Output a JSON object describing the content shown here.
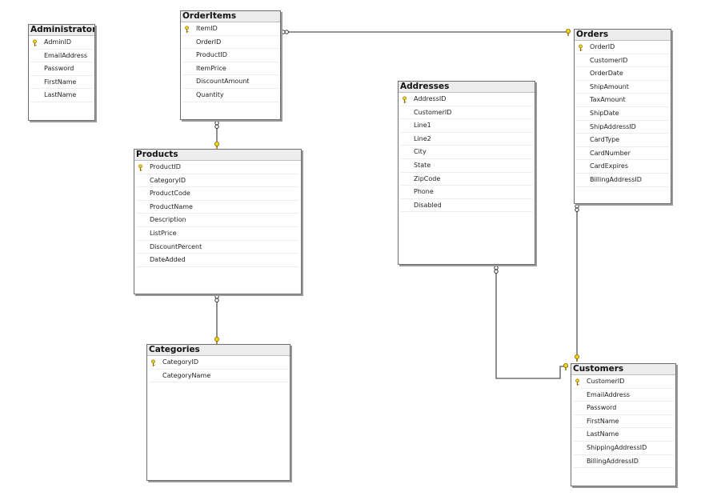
{
  "diagram": {
    "tables": [
      {
        "id": "administrators",
        "title": "Administrators",
        "columns": [
          {
            "name": "AdminID",
            "pk": true
          },
          {
            "name": "EmailAddress"
          },
          {
            "name": "Password"
          },
          {
            "name": "FirstName"
          },
          {
            "name": "LastName"
          }
        ]
      },
      {
        "id": "orderitems",
        "title": "OrderItems",
        "columns": [
          {
            "name": "ItemID",
            "pk": true
          },
          {
            "name": "OrderID"
          },
          {
            "name": "ProductID"
          },
          {
            "name": "ItemPrice"
          },
          {
            "name": "DiscountAmount"
          },
          {
            "name": "Quantity"
          }
        ]
      },
      {
        "id": "orders",
        "title": "Orders",
        "columns": [
          {
            "name": "OrderID",
            "pk": true
          },
          {
            "name": "CustomerID"
          },
          {
            "name": "OrderDate"
          },
          {
            "name": "ShipAmount"
          },
          {
            "name": "TaxAmount"
          },
          {
            "name": "ShipDate"
          },
          {
            "name": "ShipAddressID"
          },
          {
            "name": "CardType"
          },
          {
            "name": "CardNumber"
          },
          {
            "name": "CardExpires"
          },
          {
            "name": "BillingAddressID"
          }
        ]
      },
      {
        "id": "addresses",
        "title": "Addresses",
        "columns": [
          {
            "name": "AddressID",
            "pk": true
          },
          {
            "name": "CustomerID"
          },
          {
            "name": "Line1"
          },
          {
            "name": "Line2"
          },
          {
            "name": "City"
          },
          {
            "name": "State"
          },
          {
            "name": "ZipCode"
          },
          {
            "name": "Phone"
          },
          {
            "name": "Disabled"
          }
        ]
      },
      {
        "id": "products",
        "title": "Products",
        "columns": [
          {
            "name": "ProductID",
            "pk": true
          },
          {
            "name": "CategoryID"
          },
          {
            "name": "ProductCode"
          },
          {
            "name": "ProductName"
          },
          {
            "name": "Description"
          },
          {
            "name": "ListPrice"
          },
          {
            "name": "DiscountPercent"
          },
          {
            "name": "DateAdded"
          }
        ]
      },
      {
        "id": "categories",
        "title": "Categories",
        "columns": [
          {
            "name": "CategoryID",
            "pk": true
          },
          {
            "name": "CategoryName"
          }
        ]
      },
      {
        "id": "customers",
        "title": "Customers",
        "columns": [
          {
            "name": "CustomerID",
            "pk": true
          },
          {
            "name": "EmailAddress"
          },
          {
            "name": "Password"
          },
          {
            "name": "FirstName"
          },
          {
            "name": "LastName"
          },
          {
            "name": "ShippingAddressID"
          },
          {
            "name": "BillingAddressID"
          }
        ]
      }
    ],
    "relationships": [
      {
        "many": "orderitems",
        "one": "orders"
      },
      {
        "many": "orderitems",
        "one": "products"
      },
      {
        "many": "products",
        "one": "categories"
      },
      {
        "many": "orders",
        "one": "customers"
      },
      {
        "many": "addresses",
        "one": "customers"
      }
    ],
    "colors": {
      "key_icon": "#f2d21b",
      "key_outline": "#8a6d00",
      "line": "#555555",
      "border": "#6e6e6e"
    }
  }
}
